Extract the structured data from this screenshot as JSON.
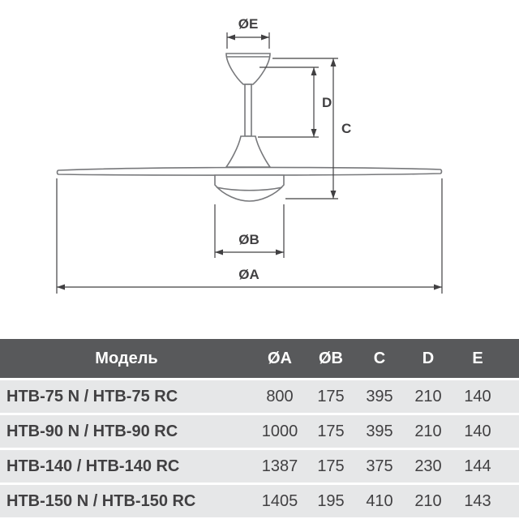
{
  "diagram": {
    "title": "ceiling-fan-dimension-drawing",
    "labels": {
      "oe": "ØE",
      "d": "D",
      "c": "C",
      "ob": "ØB",
      "oa": "ØA"
    },
    "line_color": "#414042",
    "part_color": "#77787b"
  },
  "table": {
    "headers": [
      "Модель",
      "ØA",
      "ØB",
      "C",
      "D",
      "E"
    ],
    "header_bg": "#58595b",
    "row_bg": "#e6e7e8",
    "rows": [
      {
        "model": "HTB-75 N / HTB-75 RC",
        "values": [
          "800",
          "175",
          "395",
          "210",
          "140"
        ]
      },
      {
        "model": "HTB-90 N / HTB-90 RC",
        "values": [
          "1000",
          "175",
          "395",
          "210",
          "140"
        ]
      },
      {
        "model": "HTB-140 / HTB-140 RC",
        "values": [
          "1387",
          "175",
          "375",
          "230",
          "144"
        ]
      },
      {
        "model": "HTB-150 N / HTB-150 RC",
        "values": [
          "1405",
          "195",
          "410",
          "210",
          "143"
        ]
      }
    ]
  }
}
